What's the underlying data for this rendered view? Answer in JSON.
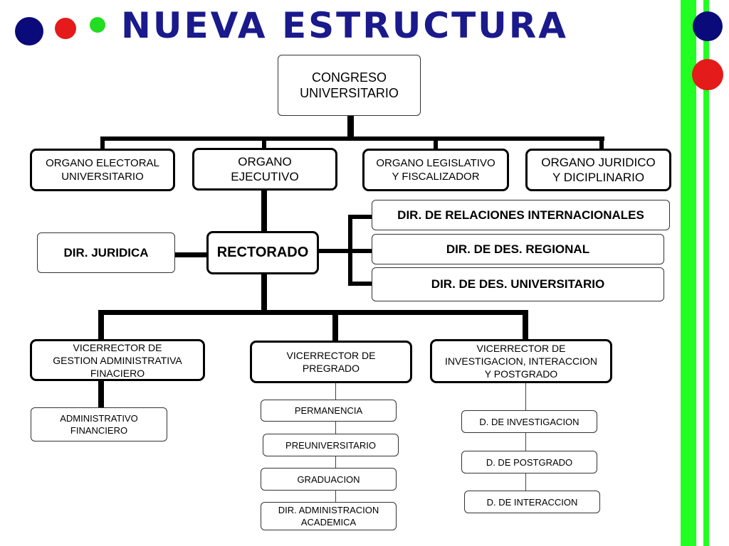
{
  "title": "NUEVA ESTRUCTURA",
  "colors": {
    "title": "#1a1a8c",
    "dot_blue": "#0a0a7a",
    "dot_red": "#e51a1a",
    "dot_green": "#22dd22",
    "stripe_green": "#22ff22"
  },
  "nodes": {
    "congreso": "CONGRESO\nUNIVERSITARIO",
    "electoral": "ORGANO ELECTORAL\nUNIVERSITARIO",
    "ejecutivo": "ORGANO\nEJECUTIVO",
    "legislativo": "ORGANO LEGISLATIVO\nY FISCALIZADOR",
    "juridico": "ORGANO JURIDICO\nY DICIPLINARIO",
    "dir_juridica": "DIR. JURIDICA",
    "rectorado": "RECTORADO",
    "dir_rel_int": "DIR. DE RELACIONES INTERNACIONALES",
    "dir_des_reg": "DIR. DE DES. REGIONAL",
    "dir_des_univ": "DIR. DE DES. UNIVERSITARIO",
    "vic_admin": "VICERRECTOR DE\nGESTION ADMINISTRATIVA\nFINACIERO",
    "vic_pregrado": "VICERRECTOR DE\nPREGRADO",
    "vic_invest": "VICERRECTOR DE\nINVESTIGACION, INTERACCION\nY POSTGRADO",
    "admin_fin": "ADMINISTRATIVO\nFINANCIERO",
    "permanencia": "PERMANENCIA",
    "preuniversitario": "PREUNIVERSITARIO",
    "graduacion": "GRADUACION",
    "dir_admin_acad": "DIR. ADMINISTRACION\nACADEMICA",
    "d_invest": "D. DE INVESTIGACION",
    "d_postgrado": "D. DE POSTGRADO",
    "d_interaccion": "D. DE INTERACCION"
  }
}
